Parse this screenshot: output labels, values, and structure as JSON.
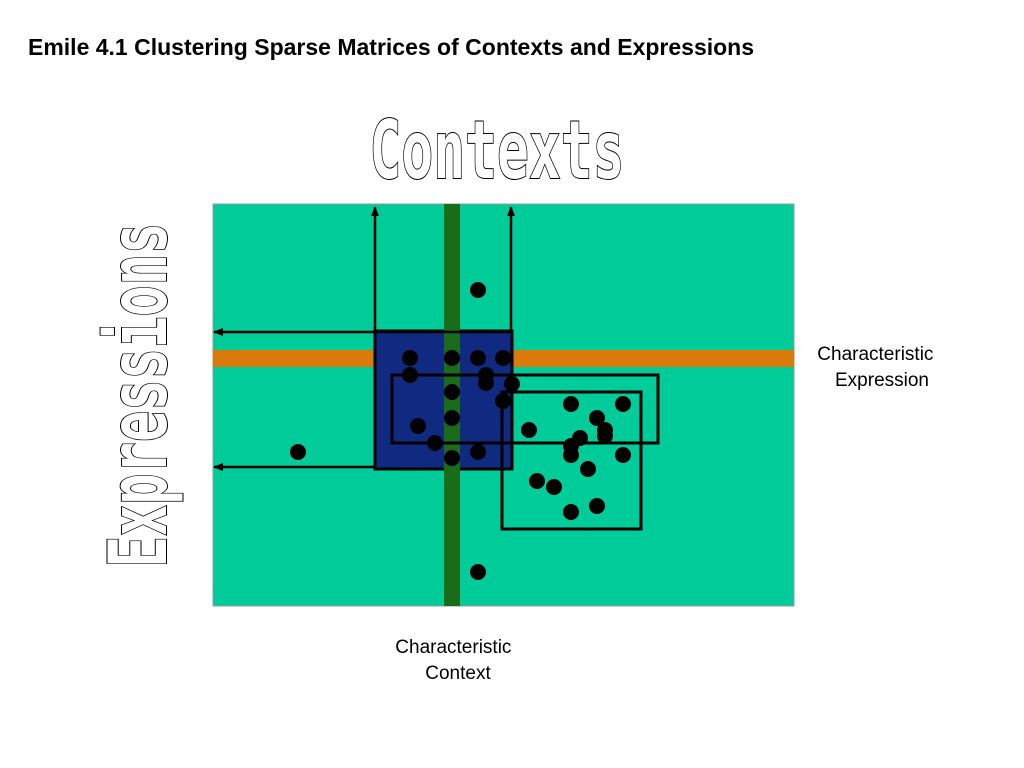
{
  "title": "Emile 4.1 Clustering Sparse Matrices of Contexts and Expressions",
  "big_labels": {
    "contexts": "Contexts",
    "expressions": "Expressions"
  },
  "side_labels": {
    "characteristic_expression": [
      "Characteristic",
      "Expression"
    ],
    "characteristic_context": [
      "Characteristic",
      "Context"
    ]
  },
  "colors": {
    "matrix_background": "#00cc99",
    "characteristic_context_column": "#1a6b1a",
    "characteristic_expression_row": "#d97a0a",
    "selected_cluster": "#0f2a80",
    "data_point": "#000000",
    "cluster_outline": "#000000"
  }
}
